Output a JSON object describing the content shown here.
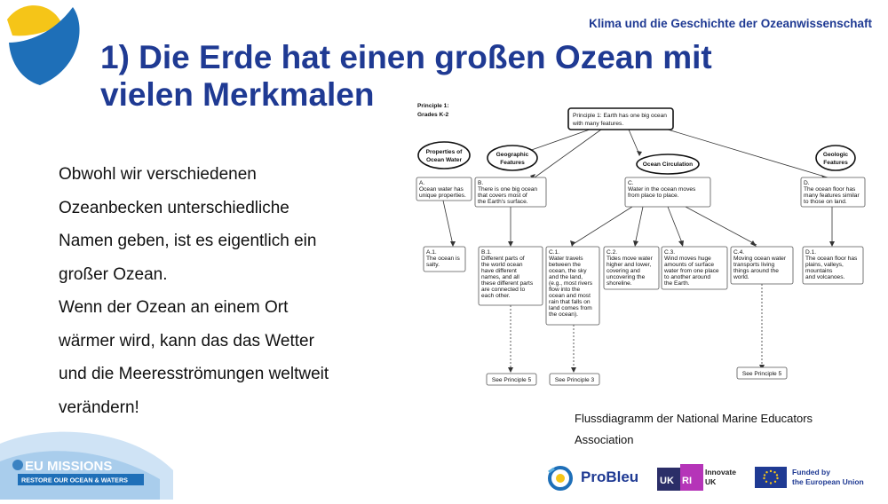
{
  "header": {
    "tag": "Klima und die Geschichte der Ozeanwissenschaft"
  },
  "slide": {
    "title": "1) Die Erde hat einen großen Ozean mit vielen Merkmalen",
    "body_lines": [
      "Obwohl wir verschiedenen",
      "Ozeanbecken unterschiedliche",
      "Namen geben, ist es eigentlich ein",
      "großer Ozean.",
      "Wenn der Ozean an einem Ort",
      "wärmer wird, kann das das Wetter",
      "und die Meeresströmungen weltweit",
      "verändern!"
    ],
    "caption_lines": [
      "Flussdiagramm der National Marine Educators",
      "Association"
    ]
  },
  "diagram": {
    "principle_label": [
      "Principle 1:",
      "Grades K-2"
    ],
    "root": [
      "Principle 1: Earth has one big ocean",
      "with many features."
    ],
    "ellipses": {
      "properties": [
        "Properties of",
        "Ocean Water"
      ],
      "geographic": [
        "Geographic",
        "Features"
      ],
      "circulation": [
        "Ocean Circulation"
      ],
      "geologic": [
        "Geologic",
        "Features"
      ]
    },
    "nodes": {
      "A": [
        "A.",
        "Ocean water has",
        "unique properties."
      ],
      "B": [
        "B.",
        "There is one big ocean",
        "that covers most of",
        "the Earth's surface."
      ],
      "C": [
        "C.",
        "Water in the ocean moves",
        "from place to place."
      ],
      "D": [
        "D.",
        "The ocean floor has",
        "many features similar",
        "to those on land."
      ],
      "A1": [
        "A.1.",
        "The ocean is",
        "salty."
      ],
      "B1": [
        "B.1.",
        "Different parts of",
        "the world ocean",
        "have different",
        "names, and all",
        "these different parts",
        "are connected to",
        "each other."
      ],
      "C1": [
        "C.1.",
        "Water travels",
        "between the",
        "ocean, the sky",
        "and the land,",
        "(e.g., most rivers",
        "flow into the",
        "ocean and most",
        "rain that falls on",
        "land comes from",
        "the ocean)."
      ],
      "C2": [
        "C.2.",
        "Tides move water",
        "higher and lower,",
        "covering and",
        "uncovering the",
        "shoreline."
      ],
      "C3": [
        "C.3.",
        "Wind moves huge",
        "amounts of surface",
        "water from one place",
        "to another around",
        "the Earth."
      ],
      "C4": [
        "C.4.",
        "Moving ocean water",
        "transports living",
        "things around the",
        "world."
      ],
      "D1": [
        "D.1.",
        "The ocean floor has",
        "plains, valleys,",
        "mountains",
        "and volcanoes."
      ]
    },
    "see_refs": {
      "B1": "See Principle 5",
      "C1": "See Principle 3",
      "C4": "See Principle 5"
    }
  },
  "branding": {
    "eu_missions_title": "EU MISSIONS",
    "eu_missions_sub": "RESTORE OUR OCEAN & WATERS",
    "probleu": "ProBleu",
    "ukri_text": [
      "Innovate",
      "UK"
    ],
    "eu_funding": [
      "Funded by",
      "the European Union"
    ]
  },
  "colors": {
    "title_blue": "#1f3a93",
    "logo_yellow": "#f5c518",
    "logo_blue": "#1e6fb8"
  },
  "icons": [
    "corner-logo-icon",
    "eu-missions-logo-icon",
    "probleu-logo-icon",
    "ukri-logo-icon",
    "eu-flag-icon"
  ]
}
